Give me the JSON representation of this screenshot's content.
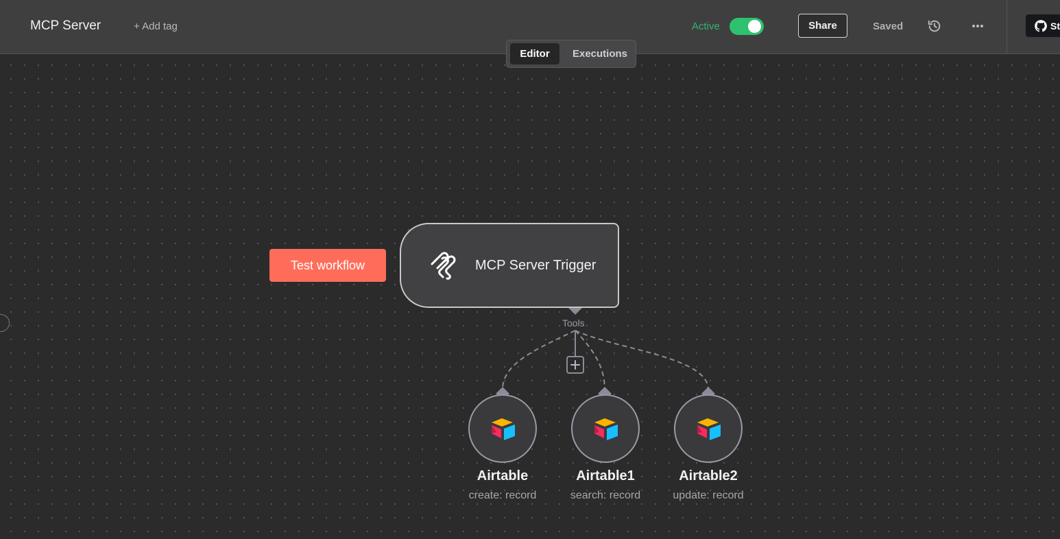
{
  "header": {
    "workflow_title": "MCP Server",
    "add_tag": "+ Add tag",
    "active_label": "Active",
    "active": true,
    "share_label": "Share",
    "saved_label": "Saved",
    "github_label": "St"
  },
  "tabs": [
    {
      "label": "Editor",
      "selected": true
    },
    {
      "label": "Executions",
      "selected": false
    }
  ],
  "canvas": {
    "test_button": "Test workflow",
    "trigger": {
      "title": "MCP Server Trigger",
      "icon": "mcp-icon"
    },
    "connector_label": "Tools",
    "tools": [
      {
        "title": "Airtable",
        "subtitle": "create: record",
        "icon": "airtable-icon"
      },
      {
        "title": "Airtable1",
        "subtitle": "search: record",
        "icon": "airtable-icon"
      },
      {
        "title": "Airtable2",
        "subtitle": "update: record",
        "icon": "airtable-icon"
      }
    ]
  },
  "colors": {
    "accent": "#ff6d5a",
    "active_green": "#2ec16f",
    "canvas_bg": "#2b2b2b",
    "topbar_bg": "#3f3f40"
  }
}
